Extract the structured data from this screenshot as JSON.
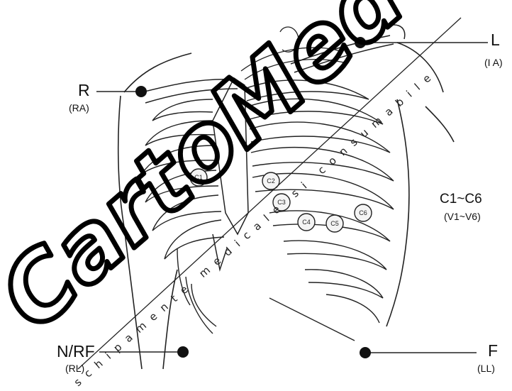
{
  "diagram": {
    "watermark": {
      "main": "CartoMed",
      "tagline": "schipamente medicale si consumabile"
    },
    "electrodes": {
      "right_arm": {
        "label": "R",
        "sublabel": "(RA)"
      },
      "left_arm": {
        "label": "L",
        "sublabel": "(I A)"
      },
      "right_leg": {
        "label": "N/RF",
        "sublabel": "(RL)"
      },
      "left_leg": {
        "label": "F",
        "sublabel": "(LL)"
      }
    },
    "chest_leads": {
      "label": "C1~C6",
      "sublabel": "(V1~V6)",
      "points": [
        "C1",
        "C2",
        "C3",
        "C4",
        "C5",
        "C6"
      ]
    },
    "colors": {
      "line": "#222222",
      "dot": "#111111",
      "watermark": "#000000"
    }
  }
}
